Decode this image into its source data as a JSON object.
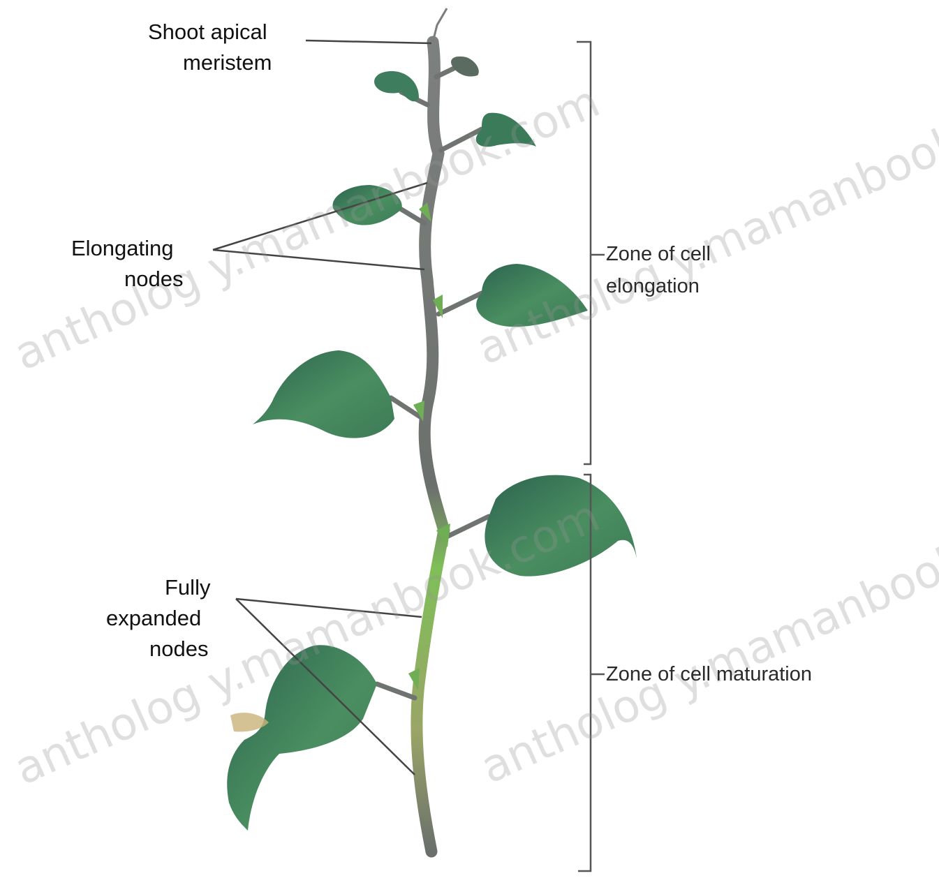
{
  "labels": {
    "shoot_apical_line1": "Shoot apical",
    "shoot_apical_line2": "meristem",
    "elongating_line1": "Elongating",
    "elongating_line2": "nodes",
    "fully_line1": "Fully",
    "fully_line2": "expanded",
    "fully_line3": "nodes",
    "zone_elongation_line1": "Zone of cell",
    "zone_elongation_line2": "elongation",
    "zone_maturation": "Zone of cell maturation"
  },
  "watermark": {
    "text": "antholog y.mamanbook.com"
  },
  "colors": {
    "background": "#ffffff",
    "leaf_dark": "#2f6b55",
    "leaf_light": "#4f9163",
    "stem": "#6f7270",
    "stem_green": "#7ebf5a",
    "leader": "#444444"
  }
}
